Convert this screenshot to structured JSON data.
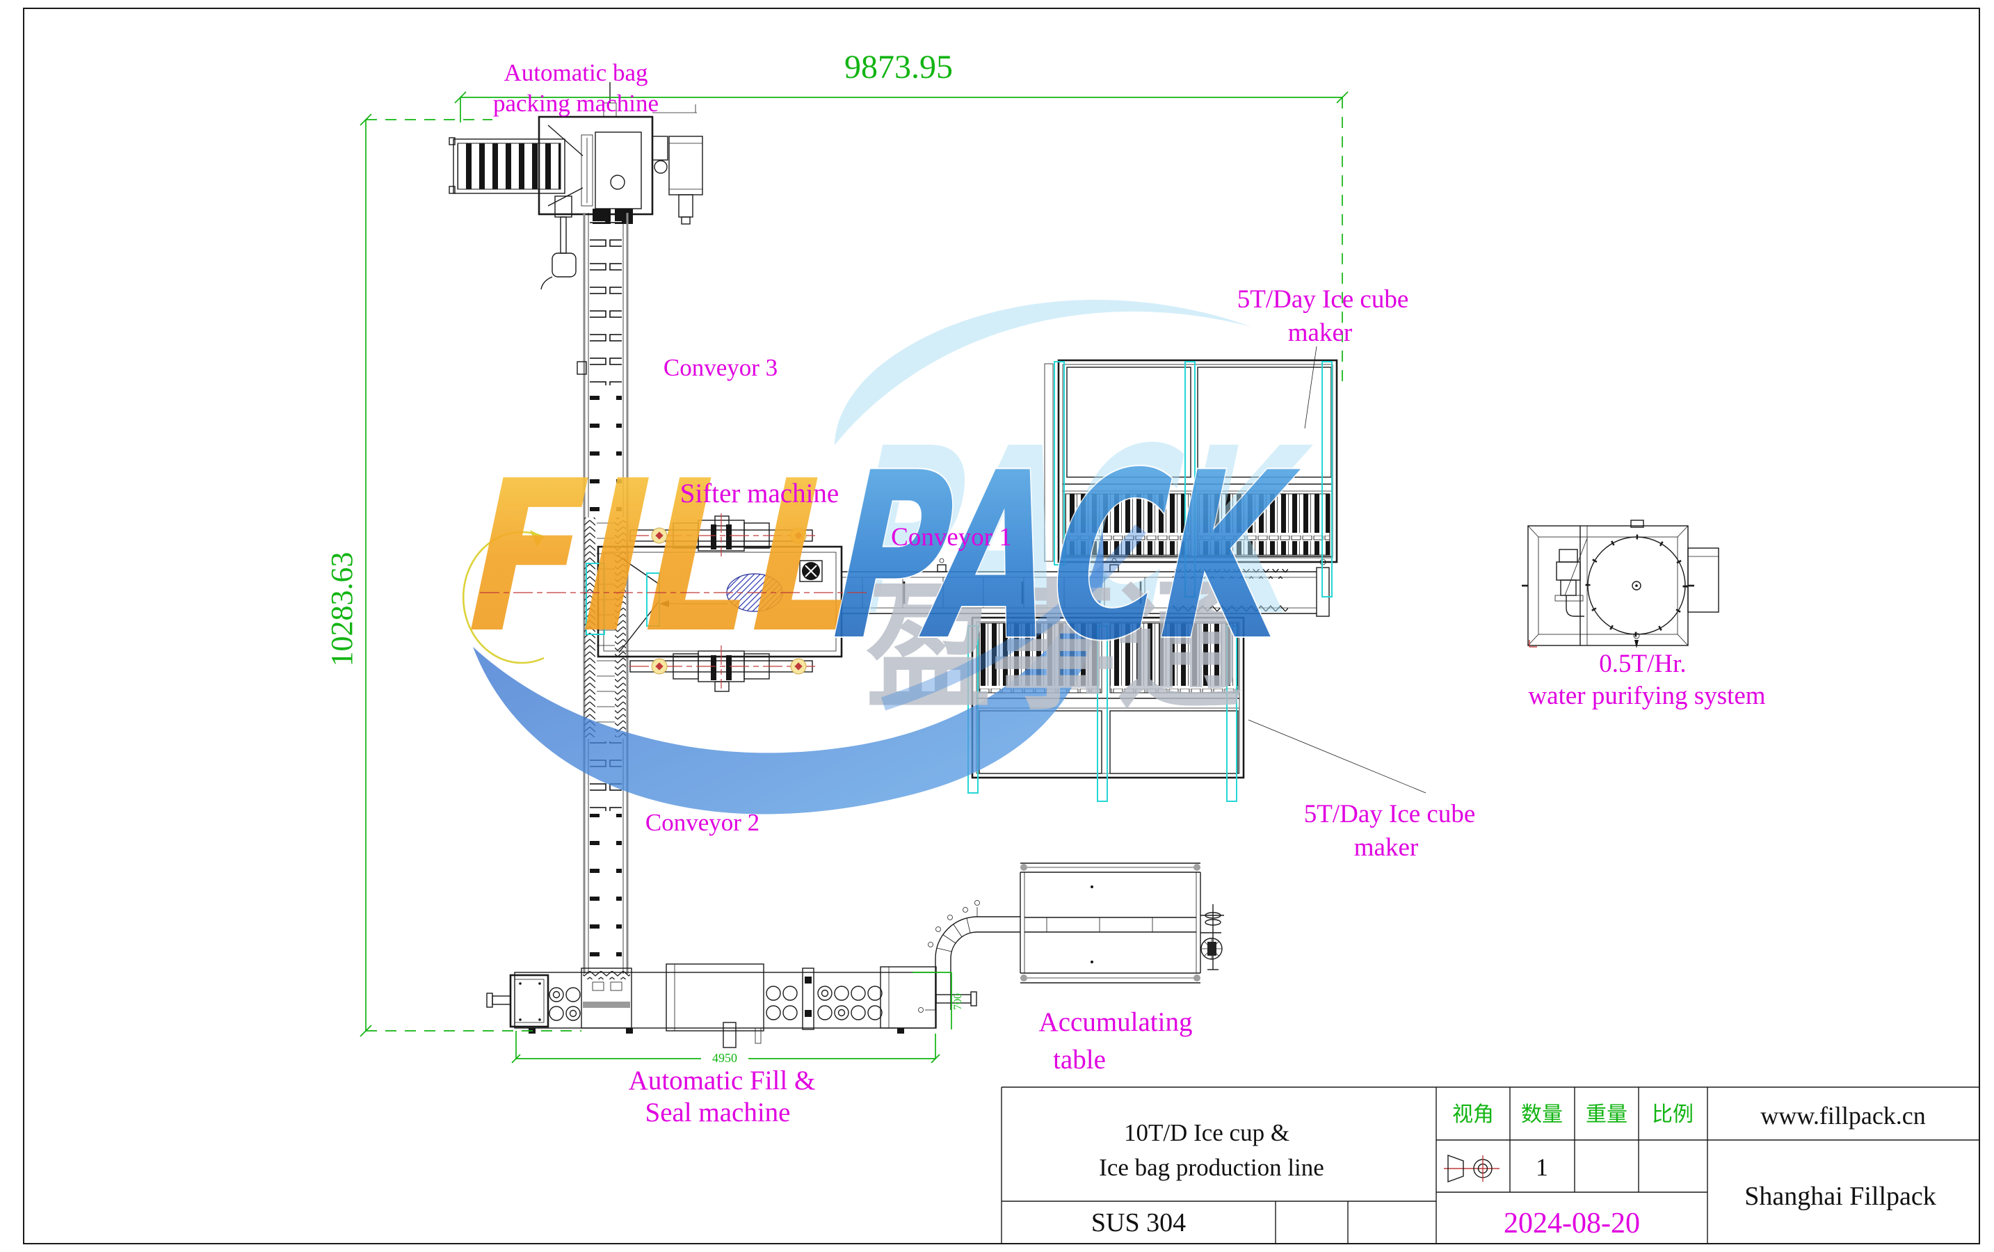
{
  "drawing": {
    "dim_total_width": "9873.95",
    "dim_total_height": "10283.63",
    "dim_fill_seal": "4950",
    "dim_outfeed": "700",
    "labels": {
      "bag_packing_1": "Automatic bag",
      "bag_packing_2": "packing machine",
      "conveyor3": "Conveyor 3",
      "sifter": "Sifter machine",
      "conveyor1": "Conveyor 1",
      "ice_maker_top_1": "5T/Day Ice cube",
      "ice_maker_top_2": "maker",
      "water_1": "0.5T/Hr.",
      "water_2": "water purifying system",
      "conveyor2": "Conveyor 2",
      "ice_maker_bottom_1": "5T/Day Ice cube",
      "ice_maker_bottom_2": "maker",
      "accumulating_1": "Accumulating",
      "accumulating_2": "table",
      "fill_seal_1": "Automatic Fill &",
      "fill_seal_2": "Seal machine"
    }
  },
  "title_block": {
    "product_line_1": "10T/D Ice cup &",
    "product_line_2": "Ice bag production line",
    "material": "SUS 304",
    "col_view": "视角",
    "col_qty": "数量",
    "col_weight": "重量",
    "col_scale": "比例",
    "qty_value": "1",
    "date": "2024-08-20",
    "website": "www.fillpack.cn",
    "company": "Shanghai Fillpack"
  },
  "watermark": {
    "left": "FILL",
    "right": "PACK",
    "cn": "盈事通"
  },
  "colors": {
    "dimension_green": "#12b412",
    "label_magenta": "#e000e0",
    "accent_cyan": "#26d6d6",
    "centerline_red": "#c03a3a",
    "watermark_blue": "#2f7fd0",
    "watermark_orange": "#f2a324",
    "line_black": "#1a1a1a"
  }
}
